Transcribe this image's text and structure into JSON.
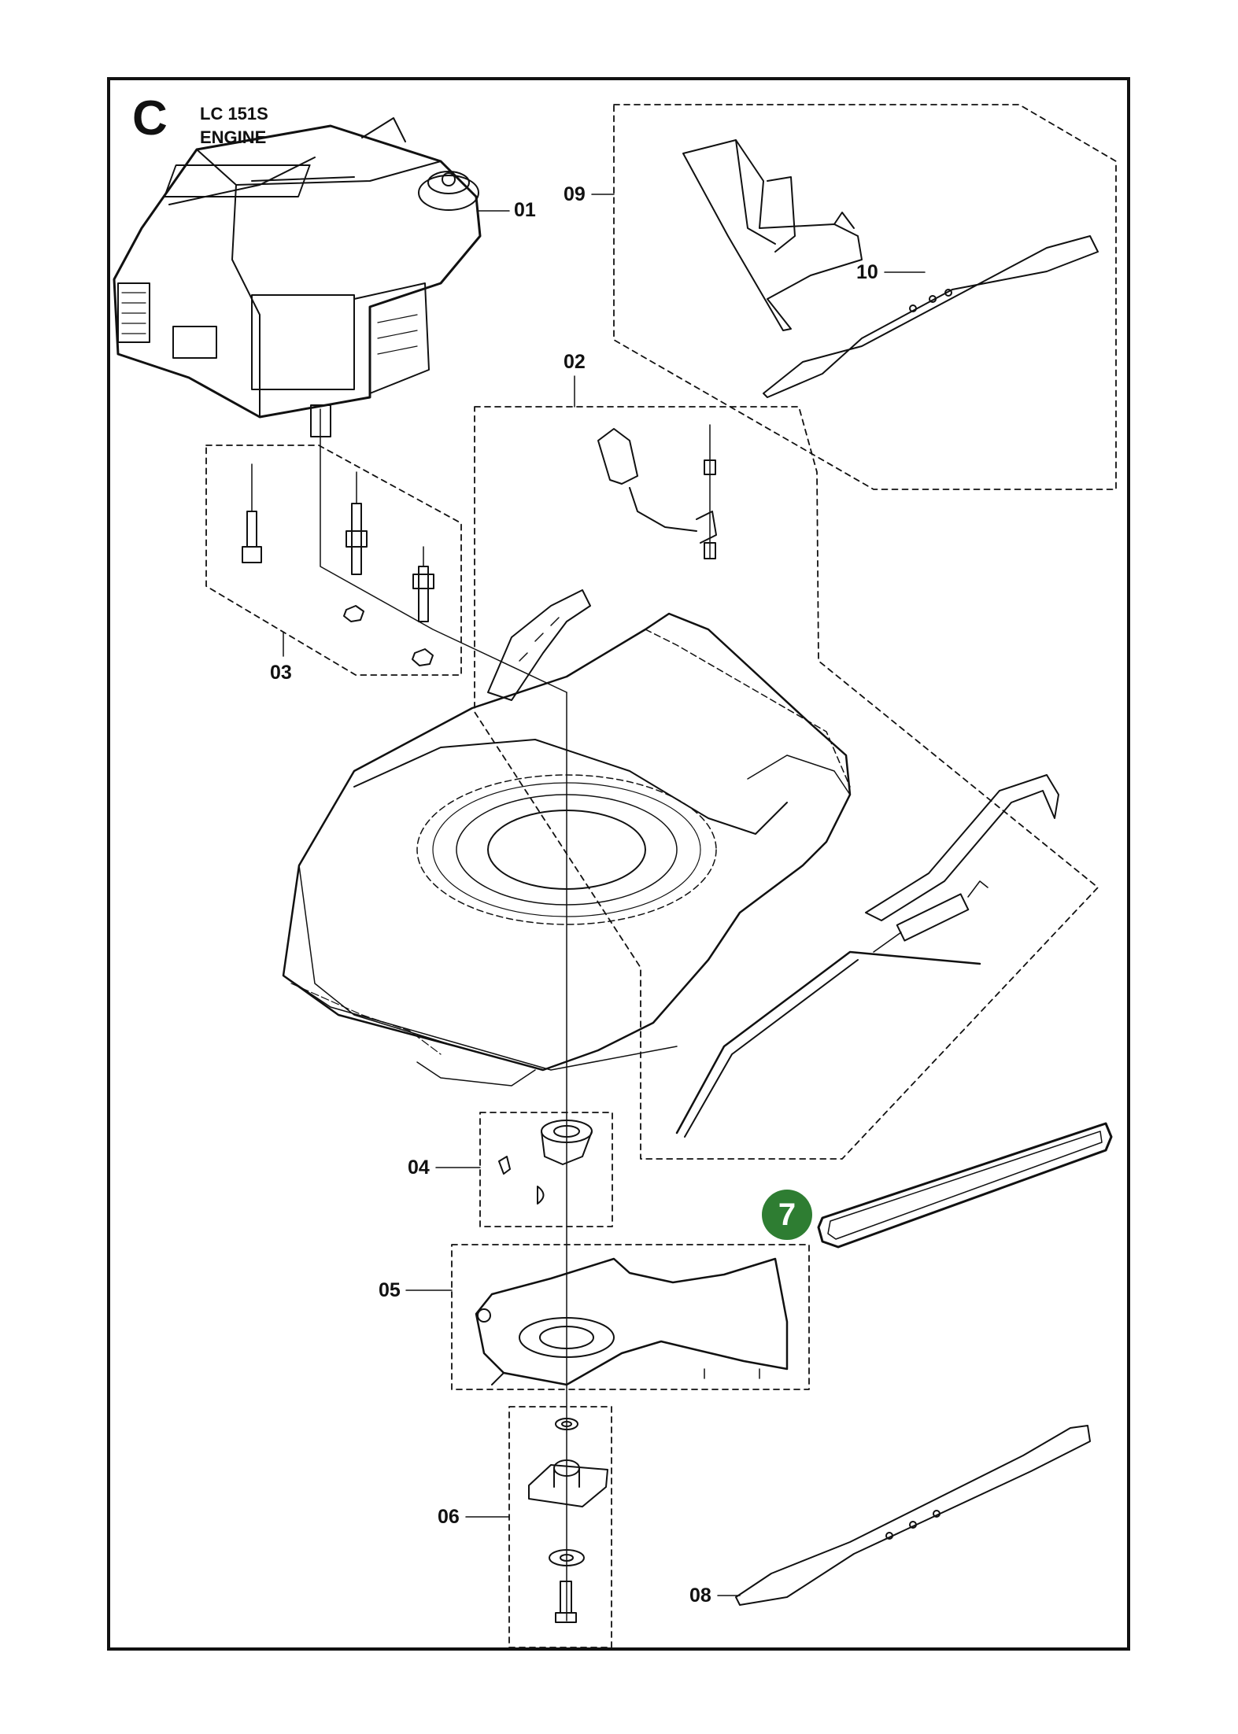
{
  "header": {
    "section_letter": "C",
    "model_line1": "LC 151S",
    "model_line2": "ENGINE"
  },
  "callouts": [
    {
      "id": "01",
      "label": "01"
    },
    {
      "id": "02",
      "label": "02"
    },
    {
      "id": "03",
      "label": "03"
    },
    {
      "id": "04",
      "label": "04"
    },
    {
      "id": "05",
      "label": "05"
    },
    {
      "id": "06",
      "label": "06"
    },
    {
      "id": "08",
      "label": "08"
    },
    {
      "id": "09",
      "label": "09"
    },
    {
      "id": "10",
      "label": "10"
    }
  ],
  "highlight": {
    "label": "7",
    "color": "#2e7d32"
  },
  "colors": {
    "line": "#111111",
    "background": "#ffffff"
  }
}
